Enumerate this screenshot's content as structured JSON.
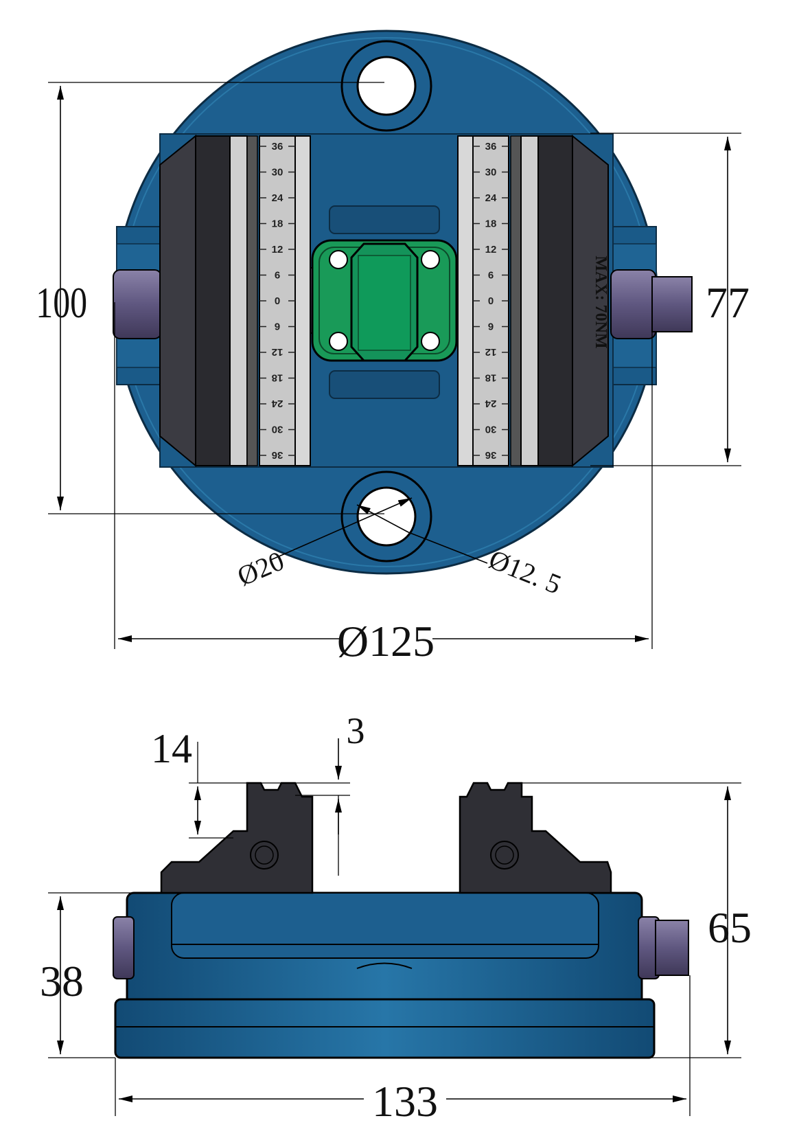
{
  "top_view": {
    "dimensions": {
      "height_outer": "100",
      "jaw_span": "77",
      "body_diameter": "Ø125",
      "bore_diameter": "Ø20",
      "small_bore_diameter": "Ø12. 5"
    },
    "scale_labels": [
      "36",
      "30",
      "24",
      "18",
      "12",
      "6",
      "0",
      "6",
      "12",
      "18",
      "24",
      "30",
      "36"
    ],
    "torque_note": "MAX: 70NM"
  },
  "side_view": {
    "dimensions": {
      "jaw_step_height": "14",
      "jaw_offset": "3",
      "overall_height": "65",
      "base_height": "38",
      "overall_width": "133"
    }
  },
  "colors": {
    "body_blue": "#1d5f8f",
    "body_dark": "#0f3e63",
    "jaw_black": "#2e2e33",
    "scale_gray": "#c8c8c8",
    "nut_green": "#199a58",
    "screw_purple": "#6d6489"
  }
}
